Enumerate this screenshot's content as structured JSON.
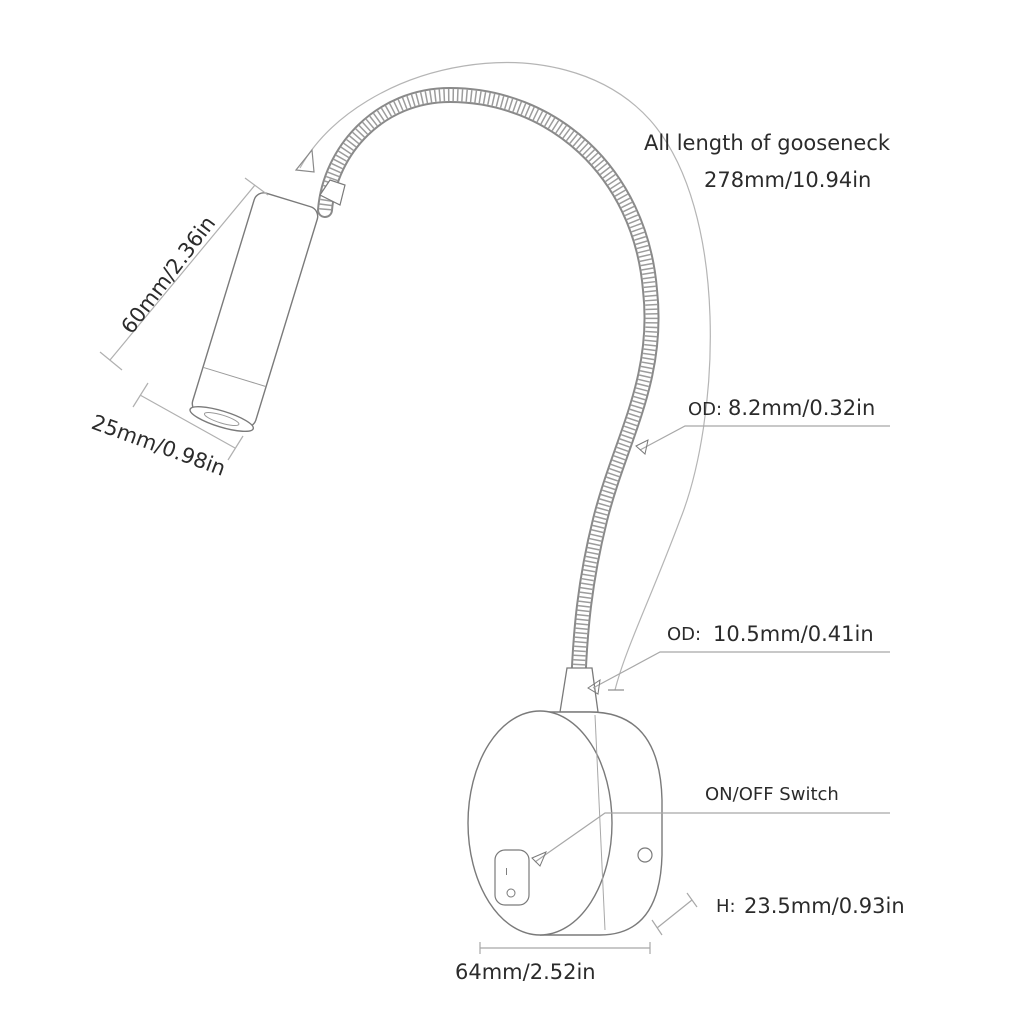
{
  "labels": {
    "gooseneck_title": "All length of gooseneck",
    "gooseneck_value": "278mm/10.94in",
    "head_length": "60mm/2.36in",
    "head_diameter": "25mm/0.98in",
    "od_small_prefix": "OD:",
    "od_small_value": "8.2mm/0.32in",
    "od_large_prefix": "OD:",
    "od_large_value": "10.5mm/0.41in",
    "switch": "ON/OFF Switch",
    "height_prefix": "H:",
    "height_value": "23.5mm/0.93in",
    "base_width": "64mm/2.52in"
  },
  "colors": {
    "line": "#9a9a9a",
    "sketch": "#7a7a7a",
    "text": "#2b2b2b"
  }
}
